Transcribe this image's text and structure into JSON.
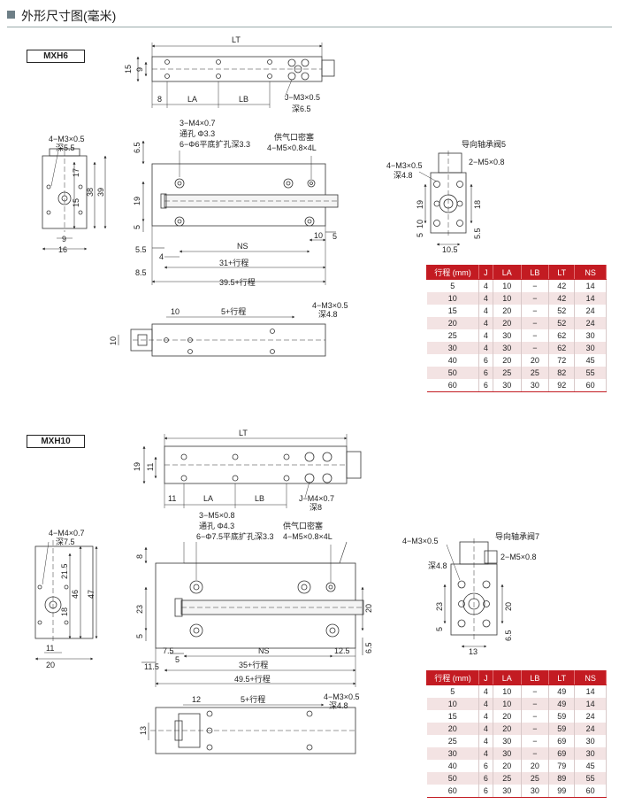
{
  "header": {
    "title": "外形尺寸图(毫米)"
  },
  "mxh6": {
    "model": "MXH6",
    "labels": {
      "lt": "LT",
      "h15": "15",
      "h9": "9",
      "d8": "8",
      "la": "LA",
      "lb": "LB",
      "jm3": "J−M3×0.5",
      "depth65": "深6.5",
      "m3_4": "4−M3×0.5",
      "depth55": "深5.5",
      "v17": "17",
      "v15": "15",
      "v38": "38",
      "v39": "39",
      "b9": "9",
      "b16": "16",
      "m4_3": "3−M4×0.7",
      "thru": "通孔 Φ3.3",
      "cbore": "6−Φ6平底扩孔深3.3",
      "supply": "供气口密塞",
      "m5": "4−M5×0.8×4L",
      "s65": "6.5",
      "s19": "19",
      "s5": "5",
      "s55": "5.5",
      "s4": "4",
      "ns": "NS",
      "d10": "10",
      "d5": "5",
      "d31": "31+行程",
      "d85": "8.5",
      "d395": "39.5+行程",
      "bot10": "10",
      "bot5": "5+行程",
      "bot_m3": "4−M3×0.5",
      "bot_depth": "深4.8",
      "bot_h10": "10",
      "r_guide": "导向轴承阀5",
      "r_m3": "4−M3×0.5",
      "r_depth": "深4.8",
      "r_m5": "2−M5×0.8",
      "r19": "19",
      "r10": "10",
      "r5": "5",
      "r18": "18",
      "r55": "5.5",
      "r105": "10.5"
    },
    "table": {
      "headers": [
        "行程 (mm)",
        "J",
        "LA",
        "LB",
        "LT",
        "NS"
      ],
      "rows": [
        [
          "5",
          "4",
          "10",
          "−",
          "42",
          "14"
        ],
        [
          "10",
          "4",
          "10",
          "−",
          "42",
          "14"
        ],
        [
          "15",
          "4",
          "20",
          "−",
          "52",
          "24"
        ],
        [
          "20",
          "4",
          "20",
          "−",
          "52",
          "24"
        ],
        [
          "25",
          "4",
          "30",
          "−",
          "62",
          "30"
        ],
        [
          "30",
          "4",
          "30",
          "−",
          "62",
          "30"
        ],
        [
          "40",
          "6",
          "20",
          "20",
          "72",
          "45"
        ],
        [
          "50",
          "6",
          "25",
          "25",
          "82",
          "55"
        ],
        [
          "60",
          "6",
          "30",
          "30",
          "92",
          "60"
        ]
      ]
    }
  },
  "mxh10": {
    "model": "MXH10",
    "labels": {
      "lt": "LT",
      "h19": "19",
      "h11": "11",
      "d11": "11",
      "la": "LA",
      "lb": "LB",
      "jm4": "J−M4×0.7",
      "depth8": "深8",
      "m4_4": "4−M4×0.7",
      "depth75": "深7.5",
      "v215": "21.5",
      "v18": "18",
      "v46": "46",
      "v47": "47",
      "b11": "11",
      "b20": "20",
      "m5_3": "3−M5×0.8",
      "thru": "通孔 Φ4.3",
      "cbore": "6−Φ7.5平底扩孔深3.3",
      "supply": "供气口密塞",
      "m5": "4−M5×0.8×4L",
      "s8": "8",
      "s23": "23",
      "s5": "5",
      "s75": "7.5",
      "s5b": "5",
      "ns": "NS",
      "s125": "12.5",
      "s20": "20",
      "s65": "6.5",
      "d115": "11.5",
      "d35": "35+行程",
      "d495": "49.5+行程",
      "bot12": "12",
      "bot5": "5+行程",
      "bot_m3": "4−M3×0.5",
      "bot_depth": "深4.8",
      "bot_h13": "13",
      "r_guide": "导向轴承阀7",
      "r_m3": "4−M3×0.5",
      "r_depth": "深4.8",
      "r_m5": "2−M5×0.8",
      "r23": "23",
      "r13": "13",
      "r5": "5",
      "r20": "20",
      "r65": "6.5"
    },
    "table": {
      "headers": [
        "行程 (mm)",
        "J",
        "LA",
        "LB",
        "LT",
        "NS"
      ],
      "rows": [
        [
          "5",
          "4",
          "10",
          "−",
          "49",
          "14"
        ],
        [
          "10",
          "4",
          "10",
          "−",
          "49",
          "14"
        ],
        [
          "15",
          "4",
          "20",
          "−",
          "59",
          "24"
        ],
        [
          "20",
          "4",
          "20",
          "−",
          "59",
          "24"
        ],
        [
          "25",
          "4",
          "30",
          "−",
          "69",
          "30"
        ],
        [
          "30",
          "4",
          "30",
          "−",
          "69",
          "30"
        ],
        [
          "40",
          "6",
          "20",
          "20",
          "79",
          "45"
        ],
        [
          "50",
          "6",
          "25",
          "25",
          "89",
          "55"
        ],
        [
          "60",
          "6",
          "30",
          "30",
          "99",
          "60"
        ]
      ]
    }
  }
}
